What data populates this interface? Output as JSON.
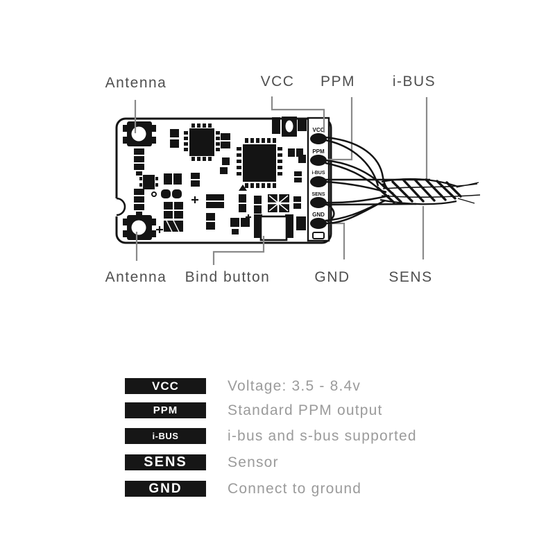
{
  "diagram": {
    "top_labels": {
      "antenna": "Antenna",
      "vcc": "VCC",
      "ppm": "PPM",
      "ibus": "i-BUS"
    },
    "bottom_labels": {
      "antenna": "Antenna",
      "bind_button": "Bind button",
      "gnd": "GND",
      "sens": "SENS"
    },
    "pad_labels": {
      "vcc": "VCC",
      "ppm": "PPM",
      "ibus": "i-BUS",
      "sens": "SENS",
      "gnd": "GND"
    }
  },
  "legend": {
    "rows": [
      {
        "tag": "VCC",
        "description": "Voltage: 3.5 - 8.4v"
      },
      {
        "tag": "PPM",
        "description": "Standard PPM output"
      },
      {
        "tag": "i-BUS",
        "description": "i-bus and s-bus supported"
      },
      {
        "tag": "SENS",
        "description": "Sensor"
      },
      {
        "tag": "GND",
        "description": "Connect to ground"
      }
    ]
  },
  "colors": {
    "background": "#ffffff",
    "ink": "#141414",
    "leader_line": "#8a8a8a",
    "label_text": "#4f4f4f",
    "description_text": "#9b9b9b",
    "legend_box": "#161616",
    "legend_box_text": "#ffffff"
  }
}
